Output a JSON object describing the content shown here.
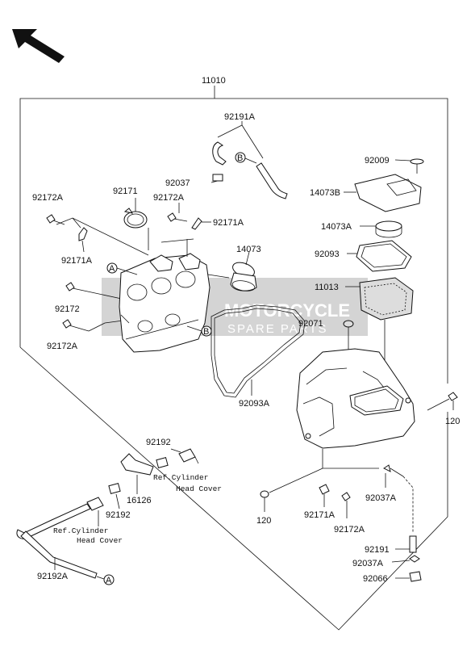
{
  "assembly_label": "11010",
  "watermark": {
    "line1": "MOTORCYCLE",
    "line2": "SPARE PARTS"
  },
  "callouts": {
    "A": "A",
    "B": "B"
  },
  "part_labels": {
    "p92191A": "92191A",
    "p92037_top": "92037",
    "p92009": "92009",
    "p14073B": "14073B",
    "p14073A": "14073A",
    "p92093": "92093",
    "p11013": "11013",
    "p92071": "92071",
    "p92172A_left": "92172A",
    "p92171_top": "92171",
    "p92172A_mid": "92172A",
    "p92171A_mid": "92171A",
    "p92171A_left": "92171A",
    "p14073": "14073",
    "p92172": "92172",
    "p92172A_low": "92172A",
    "p92093A": "92093A",
    "p120_right": "120",
    "p92192_top": "92192",
    "p16126": "16126",
    "p92192_mid": "92192",
    "p92192A": "92192A",
    "p120_bottom": "120",
    "p92171A_bottom": "92171A",
    "p92037A_right": "92037A",
    "p92172A_bottom": "92172A",
    "p92191": "92191",
    "p92037A_low": "92037A",
    "p92066": "92066"
  },
  "references": {
    "ref1_line1": "Ref.Cylinder",
    "ref1_line2": "Head Cover",
    "ref2_line1": "Ref.Cylinder",
    "ref2_line2": "Head Cover"
  }
}
